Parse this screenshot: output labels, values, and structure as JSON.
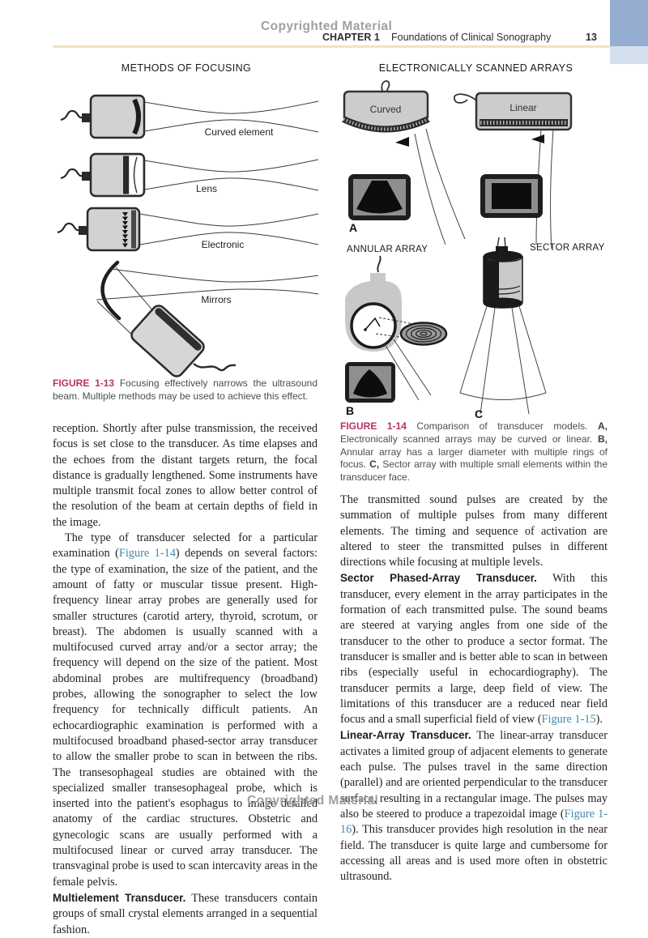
{
  "watermark": {
    "top": "Copyrighted Material",
    "bottom": "Copyrighted Material"
  },
  "header": {
    "chapter": "CHAPTER 1",
    "book_title": "Foundations of Clinical Sonography",
    "page_number": "13"
  },
  "figure_13": {
    "title": "METHODS OF FOCUSING",
    "label_curved": "Curved element",
    "label_lens": "Lens",
    "label_electronic": "Electronic",
    "label_mirrors": "Mirrors",
    "caption": [
      {
        "t": "FIGURE 1-13",
        "style": "fig-label"
      },
      {
        "t": "  Focusing effectively narrows the ultrasound beam. Multiple methods may be used to achieve this effect."
      }
    ]
  },
  "figure_14": {
    "title": "ELECTRONICALLY SCANNED ARRAYS",
    "label_curved": "Curved",
    "label_linear": "Linear",
    "label_annular": "ANNULAR ARRAY",
    "label_sector": "SECTOR ARRAY",
    "panel_a": "A",
    "panel_b": "B",
    "panel_c": "C",
    "caption": [
      {
        "t": "FIGURE 1-14",
        "style": "fig-label"
      },
      {
        "t": "  Comparison of transducer models. "
      },
      {
        "t": "A,",
        "style": "bold"
      },
      {
        "t": " Electronically scanned arrays may be curved or linear. "
      },
      {
        "t": "B,",
        "style": "bold"
      },
      {
        "t": " Annular array has a larger diameter with multiple rings of focus. "
      },
      {
        "t": "C,",
        "style": "bold"
      },
      {
        "t": " Sector array with multiple small elements within the transducer face."
      }
    ]
  },
  "left_column": {
    "paragraphs": [
      {
        "indent": false,
        "segments": [
          {
            "t": "reception. Shortly after pulse transmission, the received focus is set close to the transducer. As time elapses and the echoes from the distant targets return, the focal distance is gradually lengthened. Some instruments have multiple transmit focal zones to allow better control of the resolution of the beam at certain depths of field in the image."
          }
        ]
      },
      {
        "indent": true,
        "segments": [
          {
            "t": "The type of transducer selected for a particular examination ("
          },
          {
            "t": "Figure 1-14",
            "style": "link"
          },
          {
            "t": ") depends on several factors: the type of examination, the size of the patient, and the amount of fatty or muscular tissue present. High-frequency linear array probes are generally used for smaller structures (carotid artery, thyroid, scrotum, or breast). The abdomen is usually scanned with a multifocused curved array and/or a sector array; the frequency will depend on the size of the patient. Most abdominal probes are multifrequency (broadband) probes, allowing the sonographer to select the low frequency for technically difficult patients. An echocardiographic examination is performed with a multifocused broadband phased-sector array transducer to allow the smaller probe to scan in between the ribs. The transesophageal studies are obtained with the specialized smaller transesophageal probe, which is inserted into the patient's esophagus to image detailed anatomy of the cardiac structures. Obstetric and gynecologic scans are usually performed with a multifocused linear or curved array transducer. The transvaginal probe is used to scan intercavity areas in the female pelvis."
          }
        ]
      },
      {
        "indent": false,
        "segments": [
          {
            "t": "Multielement Transducer.",
            "style": "runin"
          },
          {
            "t": "  These transducers contain groups of small crystal elements arranged in a sequential fashion."
          }
        ]
      }
    ]
  },
  "right_column": {
    "paragraphs": [
      {
        "indent": false,
        "segments": [
          {
            "t": "The transmitted sound pulses are created by the summation of multiple pulses from many different elements. The timing and sequence of activation are altered to steer the transmitted pulses in different directions while focusing at multiple levels."
          }
        ]
      },
      {
        "indent": false,
        "segments": [
          {
            "t": "Sector Phased-Array Transducer.",
            "style": "runin"
          },
          {
            "t": "  With this transducer, every element in the array participates in the formation of each transmitted pulse. The sound beams are steered at varying angles from one side of the transducer to the other to produce a sector format. The transducer is smaller and is better able to scan in between ribs (especially useful in echocardiography). The transducer permits a large, deep field of view. The limitations of this transducer are a reduced near field focus and a small superficial field of view ("
          },
          {
            "t": "Figure 1-15",
            "style": "link"
          },
          {
            "t": ")."
          }
        ]
      },
      {
        "indent": false,
        "segments": [
          {
            "t": "Linear-Array Transducer.",
            "style": "runin"
          },
          {
            "t": "  The linear-array transducer activates a limited group of adjacent elements to generate each pulse. The pulses travel in the same direction (parallel) and are oriented perpendicular to the transducer surface, resulting in a rectangular image. The pulses may also be steered to produce a trapezoidal image ("
          },
          {
            "t": "Figure 1-16",
            "style": "link"
          },
          {
            "t": "). This transducer provides high resolution in the near field. The transducer is quite large and cumbersome for accessing all areas and is used more often in obstetric ultrasound."
          }
        ]
      }
    ]
  }
}
